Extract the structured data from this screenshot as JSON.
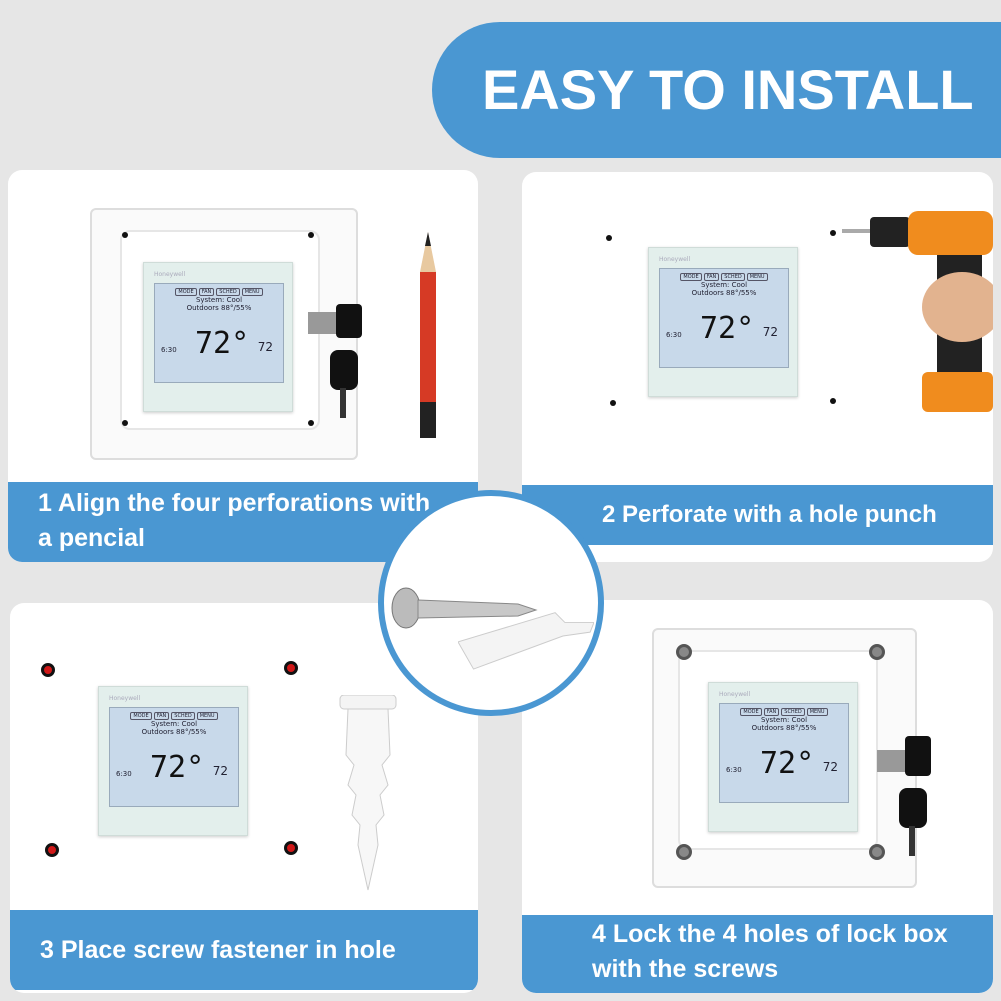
{
  "title": "EASY TO INSTALL",
  "thermostat": {
    "brand": "Honeywell",
    "buttons": [
      "MODE",
      "FAN",
      "SCHED",
      "MENU"
    ],
    "system": "System: Cool",
    "outdoors": "Outdoors 88°/55%",
    "temp": "72°",
    "time": "6:30",
    "setpoint": "72"
  },
  "steps": [
    {
      "label": "1  Align the four perforations with a pencial"
    },
    {
      "label": "2  Perforate with a hole punch"
    },
    {
      "label": "3  Place screw fastener in hole"
    },
    {
      "label": "4  Lock the 4 holes of lock box with the screws"
    }
  ],
  "colors": {
    "accent": "#4a97d2",
    "background": "#e6e6e6"
  }
}
